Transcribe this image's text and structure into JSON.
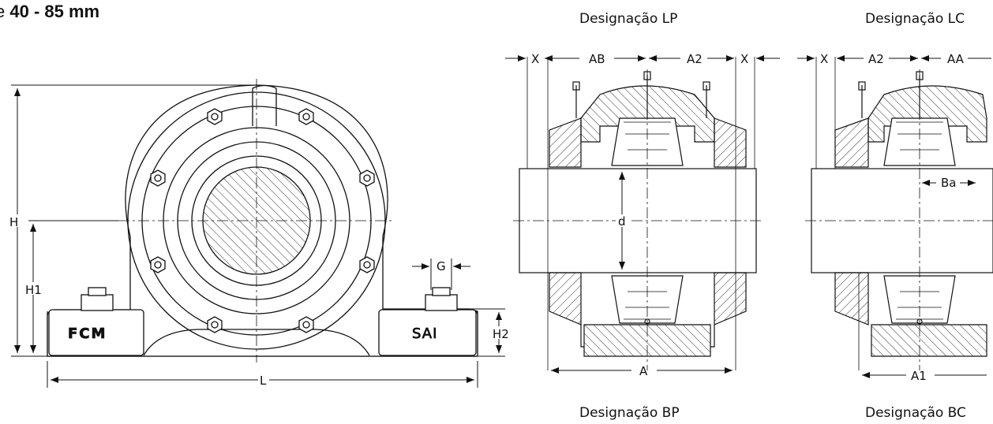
{
  "title": {
    "prefix": "e ",
    "range": "40 - 85 mm"
  },
  "captions": {
    "lp": "Designação LP",
    "lc": "Designação LC",
    "bp": "Designação BP",
    "bc": "Designação BC"
  },
  "housing": {
    "brand_left": "FCM",
    "brand_right": "SAI"
  },
  "dims": {
    "H": "H",
    "H1": "H1",
    "H2": "H2",
    "L": "L",
    "G": "G",
    "X": "X",
    "AB": "AB",
    "A2": "A2",
    "AA": "AA",
    "d": "d",
    "A": "A",
    "A1": "A1",
    "Ba": "Ba"
  },
  "colors": {
    "line": "#111111",
    "hatch": "#333333",
    "bg": "#ffffff"
  }
}
